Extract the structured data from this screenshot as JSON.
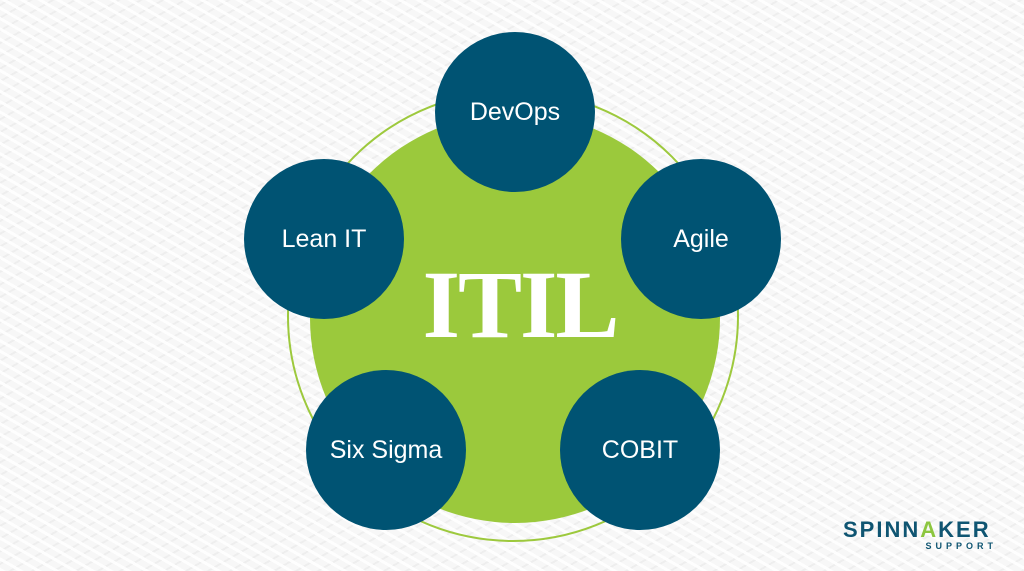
{
  "center": {
    "label": "ITIL"
  },
  "nodes": [
    {
      "label": "DevOps"
    },
    {
      "label": "Agile"
    },
    {
      "label": "COBIT"
    },
    {
      "label": "Six Sigma"
    },
    {
      "label": "Lean IT"
    }
  ],
  "logo": {
    "prefix": "SPINN",
    "accent": "A",
    "suffix": "KER",
    "sub": "SUPPORT"
  },
  "colors": {
    "node": "#005373",
    "center": "#9bc93c",
    "background": "#f7f7f7"
  }
}
